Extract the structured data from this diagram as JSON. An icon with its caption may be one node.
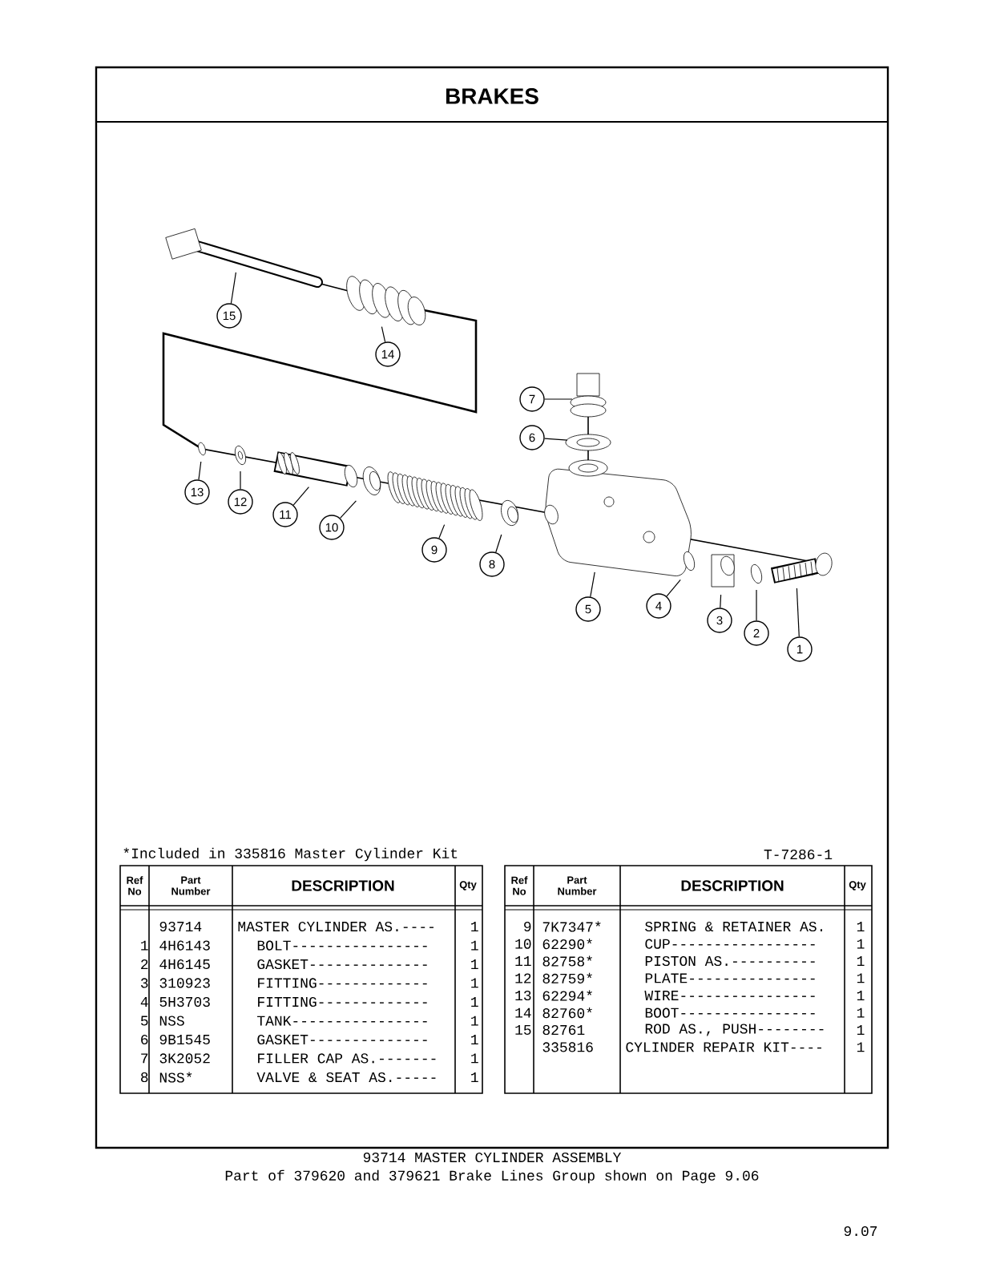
{
  "diagram": {
    "title": "BRAKES",
    "caption": "93714 MASTER CYLINDER ASSEMBLY",
    "nodes": [
      {
        "text": [
          "15"
        ]
      },
      {
        "text": [
          "14"
        ]
      },
      {
        "text": [
          "7"
        ]
      },
      {
        "text": [
          "6"
        ]
      },
      {
        "text": [
          "13"
        ]
      },
      {
        "text": [
          "12"
        ]
      },
      {
        "text": [
          "11"
        ]
      },
      {
        "text": [
          "10"
        ]
      },
      {
        "text": [
          "9"
        ]
      },
      {
        "text": [
          "8"
        ]
      },
      {
        "text": [
          "5"
        ]
      },
      {
        "text": [
          "4"
        ]
      },
      {
        "text": [
          "3"
        ]
      },
      {
        "text": [
          "2"
        ]
      },
      {
        "text": [
          "1"
        ]
      }
    ],
    "edges": [
      {
        "from": 0,
        "to": null,
        "arrow": "none"
      },
      {
        "from": 1,
        "to": null,
        "arrow": "none"
      },
      {
        "from": 2,
        "to": null,
        "arrow": "none"
      },
      {
        "from": 3,
        "to": null,
        "arrow": "none"
      },
      {
        "from": 4,
        "to": null,
        "arrow": "none"
      },
      {
        "from": 5,
        "to": null,
        "arrow": "none"
      },
      {
        "from": 6,
        "to": null,
        "arrow": "none"
      },
      {
        "from": 7,
        "to": null,
        "arrow": "none"
      },
      {
        "from": 8,
        "to": null,
        "arrow": "none"
      },
      {
        "from": 9,
        "to": null,
        "arrow": "none"
      },
      {
        "from": 10,
        "to": null,
        "arrow": "none"
      },
      {
        "from": 11,
        "to": null,
        "arrow": "none"
      },
      {
        "from": 12,
        "to": null,
        "arrow": "none"
      },
      {
        "from": 13,
        "to": null,
        "arrow": "none"
      },
      {
        "from": 14,
        "to": null,
        "arrow": "none"
      }
    ],
    "labels": [
      "*Included in 335816 Master Cylinder Kit",
      "T-7286-1",
      "Ref No",
      "Part Number",
      "DESCRIPTION",
      "Qty",
      "93714",
      "MASTER CYLINDER AS.----",
      "1",
      "1",
      "4H6143",
      "BOLT----------------",
      "1",
      "2",
      "4H6145",
      "GASKET--------------",
      "1",
      "3",
      "310923",
      "FITTING-------------",
      "1",
      "4",
      "5H3703",
      "FITTING-------------",
      "1",
      "5",
      "NSS",
      "TANK----------------",
      "1",
      "6",
      "9B1545",
      "GASKET--------------",
      "1",
      "7",
      "3K2052",
      "FILLER CAP AS.-------",
      "1",
      "8",
      "NSS*",
      "VALVE & SEAT AS.-----",
      "1",
      "Ref No",
      "Part Number",
      "DESCRIPTION",
      "Qty",
      "9",
      "7K7347*",
      "SPRING & RETAINER AS.",
      "1",
      "10",
      "62290*",
      "CUP-----------------",
      "1",
      "11",
      "82758*",
      "PISTON AS.----------",
      "1",
      "12",
      "82759*",
      "PLATE---------------",
      "1",
      "13",
      "62294*",
      "WIRE----------------",
      "1",
      "14",
      "82760*",
      "BOOT----------------",
      "1",
      "15",
      "82761",
      "ROD AS., PUSH--------",
      "1",
      "335816",
      "CYLINDER REPAIR KIT----",
      "1",
      "Part of 379620 and 379621 Brake Lines Group shown on Page 9.06",
      "9.07"
    ]
  }
}
